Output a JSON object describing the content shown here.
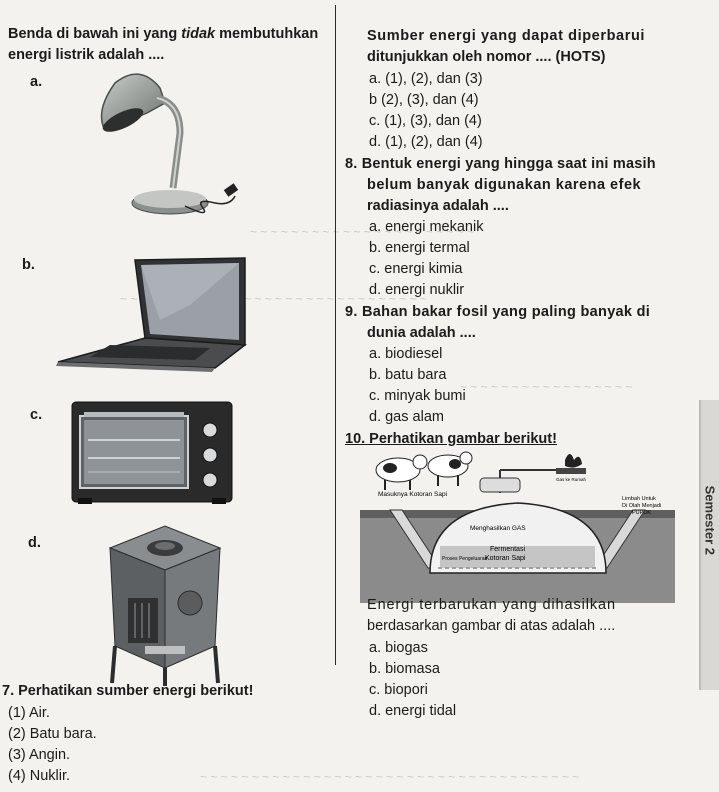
{
  "q6": {
    "stem1": "Benda di bawah ini yang ",
    "stem_italic": "tidak",
    "stem2": " membutuhkan",
    "stem3": "energi listrik adalah ....",
    "label_a": "a.",
    "label_b": "b.",
    "label_c": "c.",
    "label_d": "d."
  },
  "q7": {
    "stem": "7. Perhatikan sumber energi berikut!",
    "items": [
      "(1) Air.",
      "(2) Batu bara.",
      "(3) Angin.",
      "(4) Nuklir."
    ]
  },
  "q7_cont": {
    "stem1": "Sumber energi yang dapat diperbarui",
    "stem2": "ditunjukkan oleh nomor .... (HOTS)",
    "options": [
      "a.  (1), (2), dan (3)",
      "b   (2), (3), dan (4)",
      "c.  (1), (3), dan (4)",
      "d.  (1), (2), dan (4)"
    ]
  },
  "q8": {
    "stem1": "8. Bentuk energi yang hingga saat ini masih",
    "stem2": "belum banyak digunakan karena efek",
    "stem3": "radiasinya adalah ....",
    "options": [
      "a.  energi mekanik",
      "b.  energi termal",
      "c.  energi kimia",
      "d.  energi nuklir"
    ]
  },
  "q9": {
    "stem1": "9. Bahan bakar fosil yang paling banyak di",
    "stem2": "dunia adalah ....",
    "options": [
      "a.  biodiesel",
      "b.  batu bara",
      "c.  minyak bumi",
      "d.  gas alam"
    ]
  },
  "q10": {
    "stem": "10. Perhatikan gambar berikut!",
    "diagram": {
      "l1": "Masuknya Kotoran Sapi",
      "l2": "Menghasilkan GAS",
      "l3": "Fermentasi",
      "l4": "Kotoran Sapi",
      "l5": "Proses Pengeluaran",
      "l6": "Limbah Untuk",
      "l7": "Di Olah Menjadi",
      "l8": "PUPUK",
      "l9": "Gas ke Rumah"
    },
    "stem1": "Energi terbarukan yang dihasilkan",
    "stem2": "berdasarkan gambar di atas adalah ....",
    "options": [
      "a.  biogas",
      "b.  biomasa",
      "c.  biopori",
      "d.  energi tidal"
    ]
  },
  "side_tab": "Semester 2"
}
